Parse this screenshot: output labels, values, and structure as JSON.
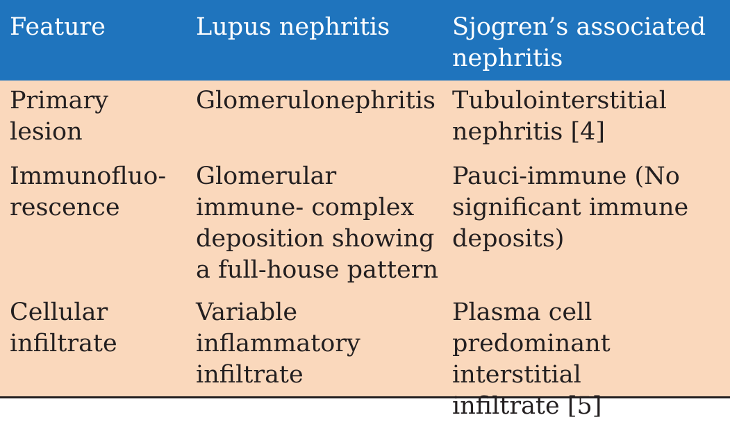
{
  "table": {
    "headers": [
      "Feature",
      "Lupus nephritis",
      "Sjogren’s associated\nnephritis"
    ],
    "rows": [
      [
        "Primary lesion",
        "Glomerulonephritis",
        "Tubulointerstitial\nnephritis [4]"
      ],
      [
        "Immunofluo-\nrescence",
        "Glomerular\nimmune- complex\ndeposition showing\na full-house pattern",
        "Pauci-immune (No\nsignificant immune\ndeposits)"
      ],
      [
        "Cellular\ninfiltrate",
        "Variable\ninflammatory\ninfiltrate",
        "Plasma cell\npredominant interstitial\ninfiltrate [5]"
      ]
    ]
  },
  "colors": {
    "header_background": "#1f74bd",
    "body_background": "#fad8bc",
    "header_text": "#ffffff",
    "body_text": "#231f20"
  }
}
